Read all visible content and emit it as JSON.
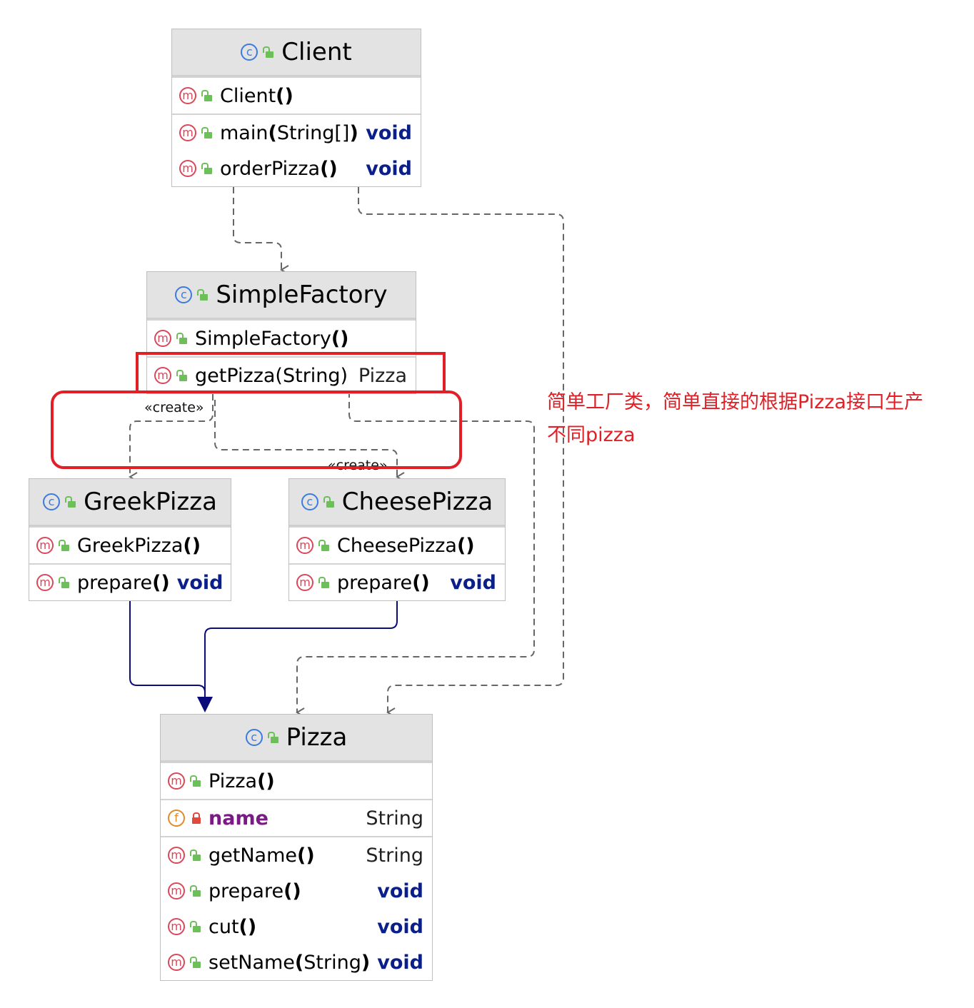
{
  "classes": {
    "client": {
      "name": "Client",
      "sections": [
        [
          {
            "kind": "m",
            "name": "Client",
            "args": "",
            "type": ""
          }
        ],
        [
          {
            "kind": "m",
            "name": "main",
            "args": "String[]",
            "type": "void"
          },
          {
            "kind": "m",
            "name": "orderPizza",
            "args": "",
            "type": "void"
          }
        ]
      ]
    },
    "simple_factory": {
      "name": "SimpleFactory",
      "sections": [
        [
          {
            "kind": "m",
            "name": "SimpleFactory",
            "args": "",
            "type": ""
          }
        ],
        [
          {
            "kind": "m",
            "name": "getPizza",
            "args": "String",
            "type": "Pizza"
          }
        ]
      ]
    },
    "greek_pizza": {
      "name": "GreekPizza",
      "sections": [
        [
          {
            "kind": "m",
            "name": "GreekPizza",
            "args": "",
            "type": ""
          }
        ],
        [
          {
            "kind": "m",
            "name": "prepare",
            "args": "",
            "type": "void"
          }
        ]
      ]
    },
    "cheese_pizza": {
      "name": "CheesePizza",
      "sections": [
        [
          {
            "kind": "m",
            "name": "CheesePizza",
            "args": "",
            "type": ""
          }
        ],
        [
          {
            "kind": "m",
            "name": "prepare",
            "args": "",
            "type": "void"
          }
        ]
      ]
    },
    "pizza": {
      "name": "Pizza",
      "sections": [
        [
          {
            "kind": "m",
            "name": "Pizza",
            "args": "",
            "type": ""
          }
        ],
        [
          {
            "kind": "f",
            "name": "name",
            "args": null,
            "type": "String"
          }
        ],
        [
          {
            "kind": "m",
            "name": "getName",
            "args": "",
            "type": "String"
          },
          {
            "kind": "m",
            "name": "prepare",
            "args": "",
            "type": "void"
          },
          {
            "kind": "m",
            "name": "cut",
            "args": "",
            "type": "void"
          },
          {
            "kind": "m",
            "name": "setName",
            "args": "String",
            "type": "void"
          }
        ]
      ]
    }
  },
  "stereotypes": {
    "create_greek": "«create»",
    "create_cheese": "«create»"
  },
  "annotation": {
    "text": "简单工厂类，简单直接的根据Pizza接口生产不同pizza",
    "color": "#e01f26"
  },
  "colors": {
    "header_bg": "#e3e3e3",
    "void_type": "#0b1f8a",
    "inheritance_line": "#0b0b7a",
    "dependency_line": "#666666",
    "highlight": "#e01f26"
  },
  "icons": {
    "class": "class-icon",
    "method": "method-icon",
    "field": "field-icon",
    "public": "public-lock-icon",
    "private": "private-lock-icon"
  }
}
